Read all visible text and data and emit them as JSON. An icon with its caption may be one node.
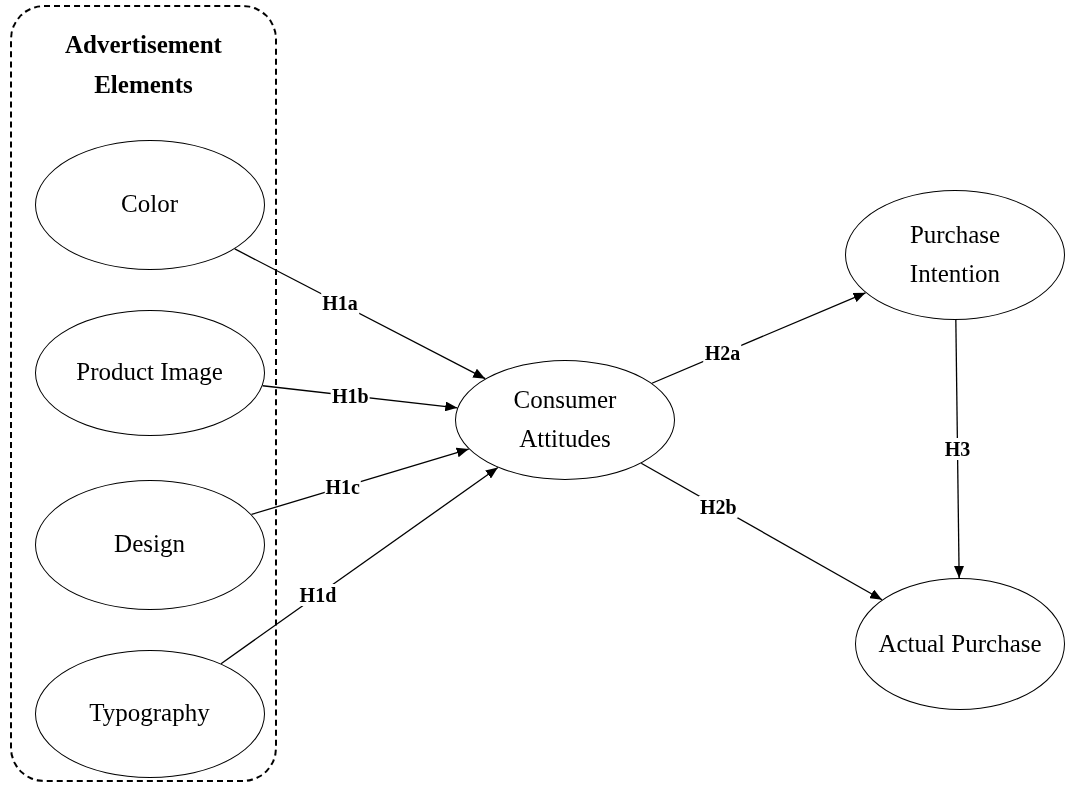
{
  "diagram": {
    "nodes": [
      {
        "text": [
          "Advertisement Elements"
        ]
      },
      {
        "text": [
          "Color"
        ],
        "in": 0
      },
      {
        "text": [
          "Product Image"
        ],
        "in": 0
      },
      {
        "text": [
          "Design"
        ],
        "in": 0
      },
      {
        "text": [
          "Typography"
        ],
        "in": 0
      },
      {
        "text": [
          "Consumer Attitudes"
        ]
      },
      {
        "text": [
          "Purchase Intention"
        ]
      },
      {
        "text": [
          "Actual Purchase"
        ]
      }
    ],
    "edges": [
      {
        "from": 1,
        "to": 5,
        "arrow": "to",
        "label": "H1a"
      },
      {
        "from": 2,
        "to": 5,
        "arrow": "to",
        "label": "H1b"
      },
      {
        "from": 3,
        "to": 5,
        "arrow": "to",
        "label": "H1c"
      },
      {
        "from": 4,
        "to": 5,
        "arrow": "to",
        "label": "H1d"
      },
      {
        "from": 5,
        "to": 6,
        "arrow": "to",
        "label": "H2a"
      },
      {
        "from": 5,
        "to": 7,
        "arrow": "to",
        "label": "H2b"
      },
      {
        "from": 6,
        "to": 7,
        "arrow": "to",
        "label": "H3"
      }
    ]
  }
}
